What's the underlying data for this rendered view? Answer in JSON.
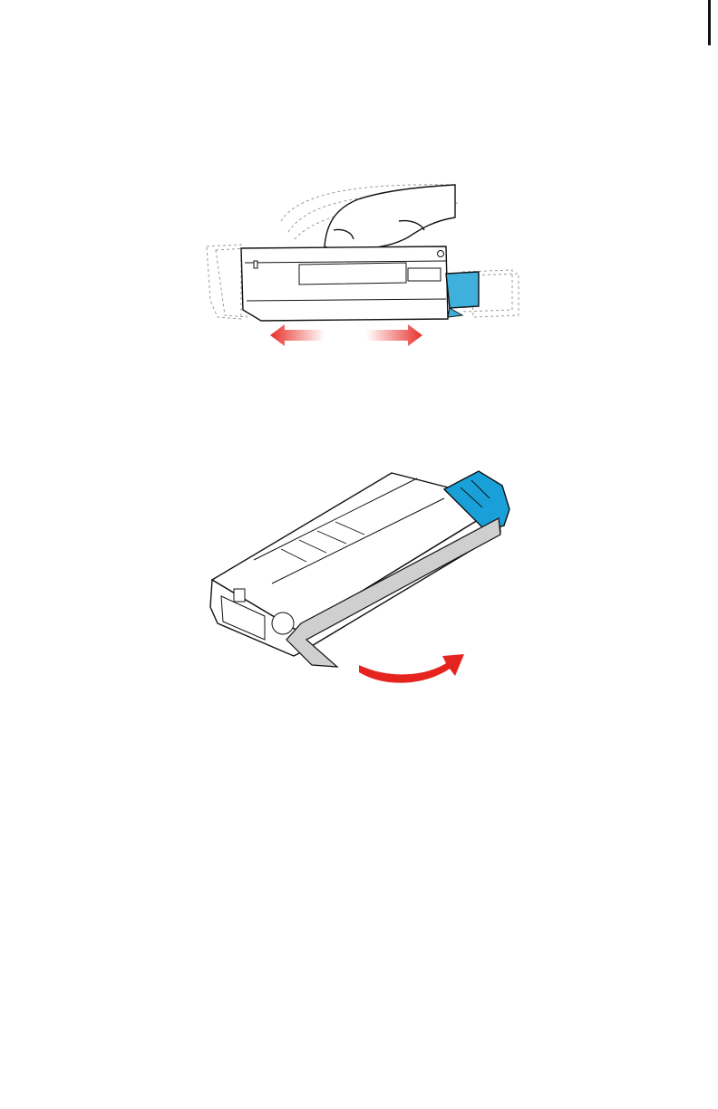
{
  "page": {
    "edge_mark": true
  },
  "figures": [
    {
      "id": "shake-cartridge",
      "icon": "hand-shaking-toner-cartridge",
      "colors": {
        "toner": "#3fb0dc",
        "arrow": "#e8302a"
      }
    },
    {
      "id": "remove-protective-sheet",
      "icon": "toner-cartridge-with-peeling-sheet",
      "colors": {
        "toner": "#1aa0d8",
        "sheet": "#cfcfcf",
        "arrow": "#e52420"
      }
    }
  ]
}
